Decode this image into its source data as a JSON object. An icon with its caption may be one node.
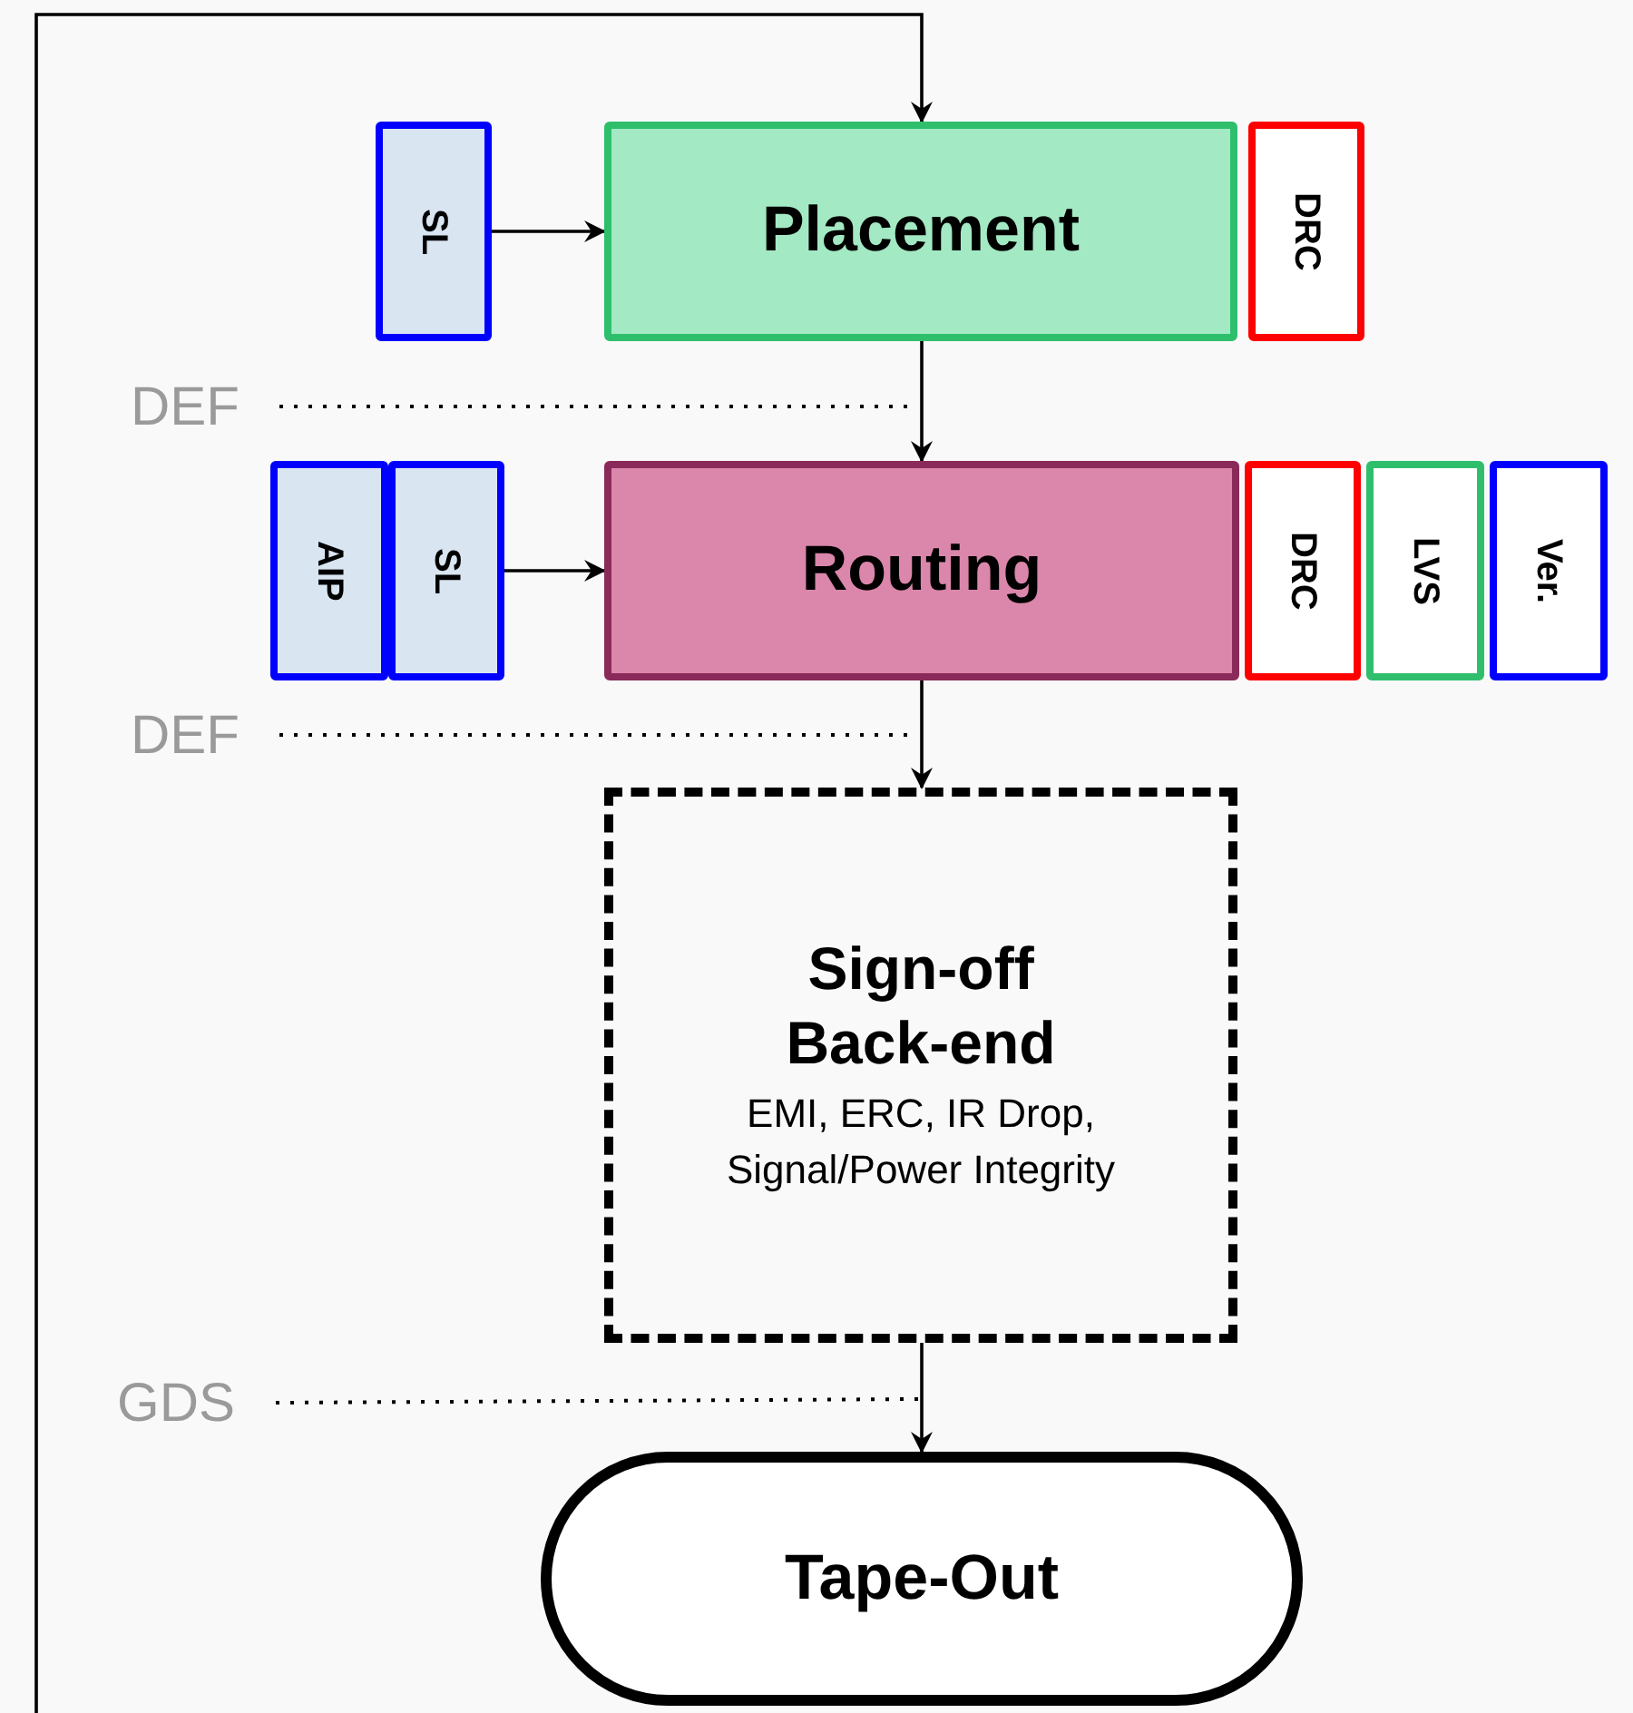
{
  "diagram": {
    "nodes": [
      {
        "text": [
          "SL"
        ]
      },
      {
        "text": [
          "Placement"
        ]
      },
      {
        "text": [
          "DRC"
        ]
      },
      {
        "text": [
          "AIP"
        ]
      },
      {
        "text": [
          "SL"
        ]
      },
      {
        "text": [
          "Routing"
        ]
      },
      {
        "text": [
          "DRC"
        ]
      },
      {
        "text": [
          "LVS"
        ]
      },
      {
        "text": [
          "Ver."
        ]
      },
      {
        "text": [
          "Sign-off Back-end",
          "EMI, ERC, IR Drop, Signal/Power Integrity"
        ]
      },
      {
        "text": [
          "Tape-Out"
        ]
      },
      {
        "text": [
          "DEF"
        ]
      },
      {
        "text": [
          "DEF"
        ]
      },
      {
        "text": [
          "GDS"
        ]
      }
    ],
    "edges": [
      {
        "from": null,
        "to": 1,
        "arrow": "to"
      },
      {
        "from": 0,
        "to": 1,
        "arrow": "to"
      },
      {
        "from": 1,
        "to": 5,
        "arrow": "to"
      },
      {
        "from": 4,
        "to": 5,
        "arrow": "to"
      },
      {
        "from": 5,
        "to": 9,
        "arrow": "to"
      },
      {
        "from": 9,
        "to": 10,
        "arrow": "to"
      },
      {
        "from": 11,
        "to": null,
        "arrow": "none",
        "style": "dashed"
      },
      {
        "from": 12,
        "to": null,
        "arrow": "none",
        "style": "dashed"
      },
      {
        "from": 13,
        "to": null,
        "arrow": "none",
        "style": "dashed"
      }
    ]
  }
}
